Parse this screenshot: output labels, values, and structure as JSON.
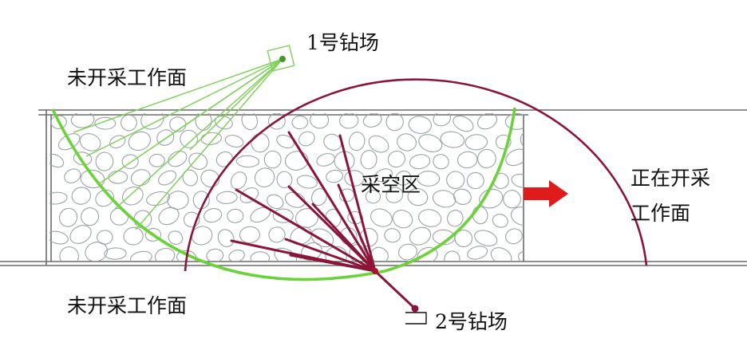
{
  "labels": {
    "drill_site_1": "1号钻场",
    "unmined_face_top": "未开采工作面",
    "goaf": "采空区",
    "active_face_line1": "正在开采",
    "active_face_line2": "工作面",
    "unmined_face_bottom": "未开采工作面",
    "drill_site_2": "2号钻场"
  },
  "colors": {
    "green_arc": "#6cd23a",
    "green_boreholes": "#7fd15a",
    "maroon": "#8a1538",
    "arrow": "#e01b1b",
    "frame": "#6b6b6b",
    "rock_outline": "#9aa4a6"
  },
  "icons": {
    "advance_arrow": "right-arrow-icon"
  }
}
